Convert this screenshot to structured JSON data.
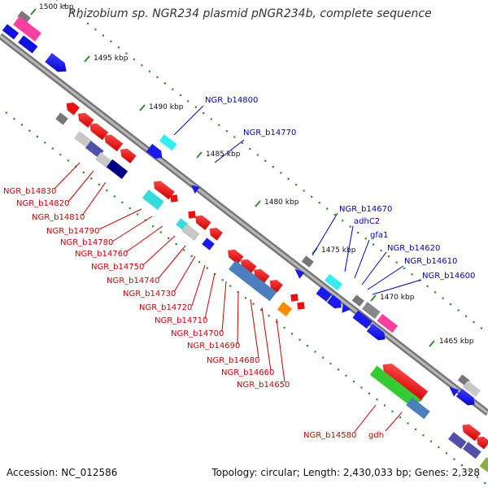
{
  "title": "Rhizobium sp. NGR234 plasmid pNGR234b, complete sequence",
  "footer": {
    "accession": "Accession: NC_012586",
    "stats": "Topology: circular; Length: 2,430,033 bp; Genes: 2,328"
  },
  "colors": {
    "backbone": "#888888",
    "tick": "#2e8b2e",
    "label_red": "#cc0000",
    "label_blue": "#0000cc"
  },
  "kbp_labels": [
    "1500 kbp",
    "1495 kbp",
    "1490 kbp",
    "1485 kbp",
    "1480 kbp",
    "1475 kbp",
    "1470 kbp",
    "1465 kbp"
  ],
  "gene_labels_red": [
    "NGR_b14830",
    "NGR_b14820",
    "NGR_b14810",
    "NGR_b14790",
    "NGR_b14780",
    "NGR_b14760",
    "NGR_b14750",
    "NGR_b14740",
    "NGR_b14730",
    "NGR_b14720",
    "NGR_b14710",
    "NGR_b14700",
    "NGR_b14690",
    "NGR_b14680",
    "NGR_b14660",
    "NGR_b14650",
    "NGR_b14580",
    "gdh"
  ],
  "gene_labels_blue": [
    "NGR_b14800",
    "NGR_b14770",
    "NGR_b14670",
    "adhC2",
    "gfa1",
    "NGR_b14620",
    "NGR_b14610",
    "NGR_b14600"
  ]
}
